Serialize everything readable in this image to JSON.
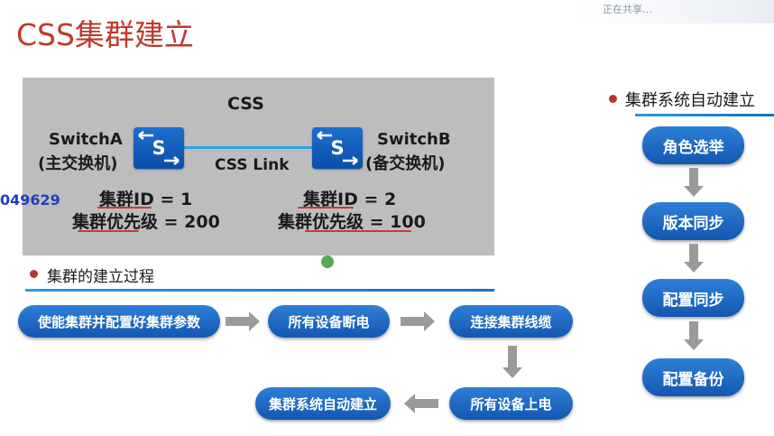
{
  "slide": {
    "title": "CSS集群建立",
    "header_text": "正在共享…"
  },
  "diagram": {
    "css_label": "CSS",
    "link_label": "CSS Link",
    "switch_a": {
      "name": "SwitchA",
      "role": "(主交换机)",
      "cluster_id": "集群ID = 1",
      "priority": "集群优先级 = 200"
    },
    "switch_b": {
      "name": "SwitchB",
      "role": "(备交换机)",
      "cluster_id": "集群ID = 2",
      "priority": "集群优先级 = 100"
    },
    "side_fragment": "049629"
  },
  "process": {
    "title": "集群的建立过程",
    "steps": [
      "使能集群并配置好集群参数",
      "所有设备断电",
      "连接集群线缆",
      "所有设备上电",
      "集群系统自动建立"
    ]
  },
  "auto_build": {
    "title": "集群系统自动建立",
    "steps": [
      "角色选举",
      "版本同步",
      "配置同步",
      "配置备份"
    ]
  },
  "colors": {
    "title_red": "#c0392b",
    "pill_blue": "#1a63bf",
    "panel_gray": "#bdbdbd",
    "link_blue": "#2fa6e6",
    "annotation_red": "#d0392b"
  }
}
